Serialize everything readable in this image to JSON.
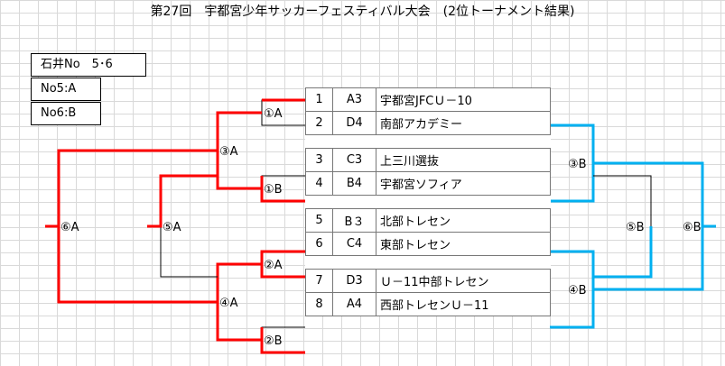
{
  "title": "第27回　宇都宮少年サッカーフェスティバル大会　(2位トーナメント結果)",
  "info": {
    "venue": "石井No　5･6",
    "court1": "No5:A",
    "court2": "No6:B"
  },
  "teams": [
    {
      "num": "1",
      "code": "A3",
      "name": "宇都宮JFCＵ－10"
    },
    {
      "num": "2",
      "code": "D4",
      "name": "南部アカデミー"
    },
    {
      "num": "3",
      "code": "C3",
      "name": "上三川選抜"
    },
    {
      "num": "4",
      "code": "B4",
      "name": "宇都宮ソフィア"
    },
    {
      "num": "5",
      "code": "B３",
      "name": "北部トレセン"
    },
    {
      "num": "6",
      "code": "C4",
      "name": "東部トレセン"
    },
    {
      "num": "7",
      "code": "D3",
      "name": "Ｕ－11中部トレセン"
    },
    {
      "num": "8",
      "code": "A4",
      "name": "西部トレセンＵ－11"
    }
  ],
  "left_matches": {
    "m1": "①A",
    "m2": "①B",
    "m3": "②A",
    "m4": "②B",
    "m5": "③A",
    "m6": "④A",
    "m7": "⑤A",
    "m8": "⑥A"
  },
  "right_matches": {
    "m1": "③B",
    "m2": "④B",
    "m3": "⑤B",
    "m4": "⑥B"
  },
  "colors": {
    "winner_line": "#ff0000",
    "right_line": "#00b0f0",
    "neutral_line": "#000000",
    "grid": "#d9d9d9"
  }
}
